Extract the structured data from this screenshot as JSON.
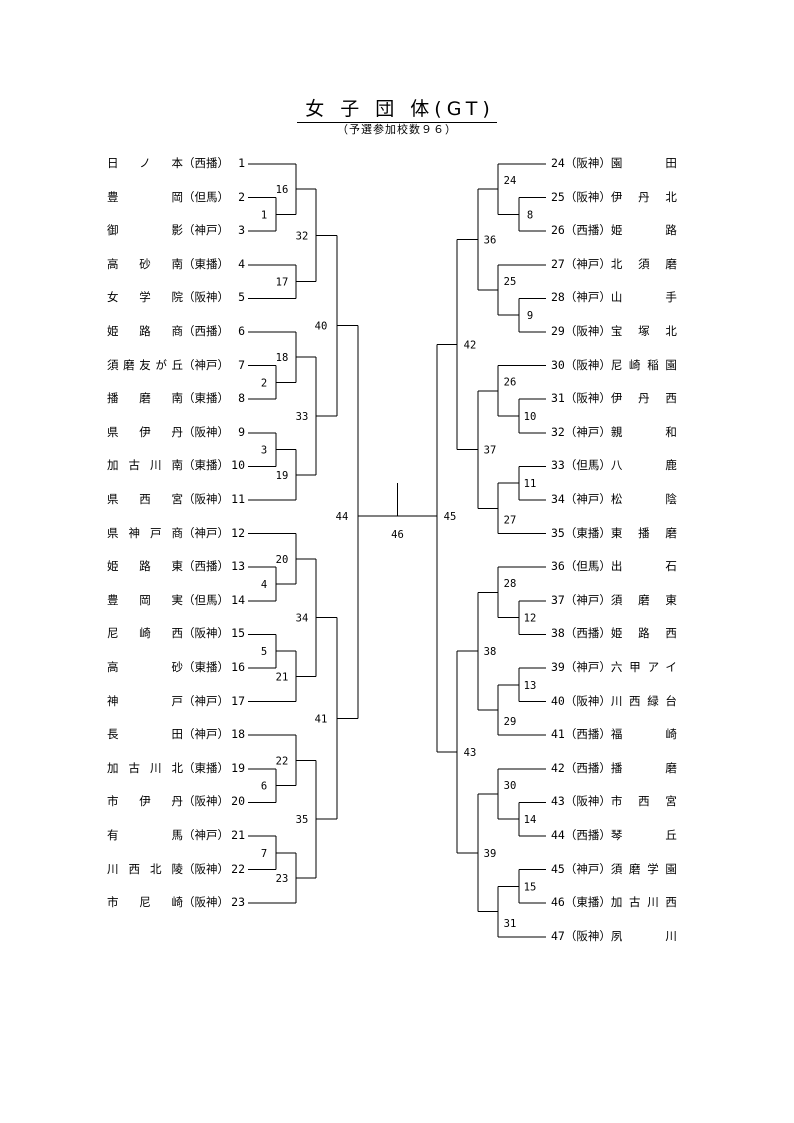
{
  "title": "女 子 団 体(GT)",
  "subtitle": "（予選参加校数９６）",
  "left_entries": [
    {
      "no": "1",
      "name": "日　ノ　本",
      "region": "（西播）"
    },
    {
      "no": "2",
      "name": "豊　　　岡",
      "region": "（但馬）"
    },
    {
      "no": "3",
      "name": "御　　　影",
      "region": "（神戸）"
    },
    {
      "no": "4",
      "name": "高　砂　南",
      "region": "（東播）"
    },
    {
      "no": "5",
      "name": "女　学　院",
      "region": "（阪神）"
    },
    {
      "no": "6",
      "name": "姫　路　商",
      "region": "（西播）"
    },
    {
      "no": "7",
      "name": "須磨友が丘",
      "region": "（神戸）"
    },
    {
      "no": "8",
      "name": "播　磨　南",
      "region": "（東播）"
    },
    {
      "no": "9",
      "name": "県　伊　丹",
      "region": "（阪神）"
    },
    {
      "no": "10",
      "name": "加古川南",
      "region": "（東播）"
    },
    {
      "no": "11",
      "name": "県　西　宮",
      "region": "（阪神）"
    },
    {
      "no": "12",
      "name": "県神戸商",
      "region": "（神戸）"
    },
    {
      "no": "13",
      "name": "姫　路　東",
      "region": "（西播）"
    },
    {
      "no": "14",
      "name": "豊　岡　実",
      "region": "（但馬）"
    },
    {
      "no": "15",
      "name": "尼　崎　西",
      "region": "（阪神）"
    },
    {
      "no": "16",
      "name": "高　　　砂",
      "region": "（東播）"
    },
    {
      "no": "17",
      "name": "神　　　戸",
      "region": "（神戸）"
    },
    {
      "no": "18",
      "name": "長　　　田",
      "region": "（神戸）"
    },
    {
      "no": "19",
      "name": "加古川北",
      "region": "（東播）"
    },
    {
      "no": "20",
      "name": "市　伊　丹",
      "region": "（阪神）"
    },
    {
      "no": "21",
      "name": "有　　　馬",
      "region": "（神戸）"
    },
    {
      "no": "22",
      "name": "川西北陵",
      "region": "（阪神）"
    },
    {
      "no": "23",
      "name": "市　尼　崎",
      "region": "（阪神）"
    }
  ],
  "right_entries": [
    {
      "no": "24",
      "region": "（阪神）",
      "name": "園　　　田"
    },
    {
      "no": "25",
      "region": "（阪神）",
      "name": "伊　丹　北"
    },
    {
      "no": "26",
      "region": "（西播）",
      "name": "姫　　　路"
    },
    {
      "no": "27",
      "region": "（神戸）",
      "name": "北　須　磨"
    },
    {
      "no": "28",
      "region": "（神戸）",
      "name": "山　　　手"
    },
    {
      "no": "29",
      "region": "（阪神）",
      "name": "宝　塚　北"
    },
    {
      "no": "30",
      "region": "（阪神）",
      "name": "尼崎稲園"
    },
    {
      "no": "31",
      "region": "（阪神）",
      "name": "伊　丹　西"
    },
    {
      "no": "32",
      "region": "（神戸）",
      "name": "親　　　和"
    },
    {
      "no": "33",
      "region": "（但馬）",
      "name": "八　　　鹿"
    },
    {
      "no": "34",
      "region": "（神戸）",
      "name": "松　　　陰"
    },
    {
      "no": "35",
      "region": "（東播）",
      "name": "東　播　磨"
    },
    {
      "no": "36",
      "region": "（但馬）",
      "name": "出　　　石"
    },
    {
      "no": "37",
      "region": "（神戸）",
      "name": "須　磨　東"
    },
    {
      "no": "38",
      "region": "（西播）",
      "name": "姫　路　西"
    },
    {
      "no": "39",
      "region": "（神戸）",
      "name": "六甲アイ"
    },
    {
      "no": "40",
      "region": "（阪神）",
      "name": "川西緑台"
    },
    {
      "no": "41",
      "region": "（西播）",
      "name": "福　　　崎"
    },
    {
      "no": "42",
      "region": "（西播）",
      "name": "播　　　磨"
    },
    {
      "no": "43",
      "region": "（阪神）",
      "name": "市　西　宮"
    },
    {
      "no": "44",
      "region": "（西播）",
      "name": "琴　　　丘"
    },
    {
      "no": "45",
      "region": "（神戸）",
      "name": "須磨学園"
    },
    {
      "no": "46",
      "region": "（東播）",
      "name": "加古川西"
    },
    {
      "no": "47",
      "region": "（阪神）",
      "name": "夙　　　川"
    }
  ],
  "left_matches": [
    {
      "id": "1",
      "a": "2",
      "b": "3"
    },
    {
      "id": "2",
      "a": "7",
      "b": "8"
    },
    {
      "id": "3",
      "a": "9",
      "b": "10"
    },
    {
      "id": "4",
      "a": "13",
      "b": "14"
    },
    {
      "id": "5",
      "a": "15",
      "b": "16"
    },
    {
      "id": "6",
      "a": "19",
      "b": "20"
    },
    {
      "id": "7",
      "a": "21",
      "b": "22"
    },
    {
      "id": "16",
      "a": "1",
      "b": "1"
    },
    {
      "id": "17",
      "a": "4",
      "b": "5"
    },
    {
      "id": "18",
      "a": "6",
      "b": "2"
    },
    {
      "id": "19",
      "a": "3",
      "b": "11"
    },
    {
      "id": "20",
      "a": "12",
      "b": "4"
    },
    {
      "id": "21",
      "a": "5",
      "b": "17"
    },
    {
      "id": "22",
      "a": "18",
      "b": "6"
    },
    {
      "id": "23",
      "a": "7",
      "b": "23"
    },
    {
      "id": "32",
      "a": "16",
      "b": "17"
    },
    {
      "id": "33",
      "a": "18",
      "b": "19"
    },
    {
      "id": "34",
      "a": "20",
      "b": "21"
    },
    {
      "id": "35",
      "a": "22",
      "b": "23"
    },
    {
      "id": "40",
      "a": "32",
      "b": "33"
    },
    {
      "id": "41",
      "a": "34",
      "b": "35"
    },
    {
      "id": "44",
      "a": "40",
      "b": "41"
    }
  ],
  "right_matches": [
    {
      "id": "8",
      "a": "25",
      "b": "26"
    },
    {
      "id": "9",
      "a": "28",
      "b": "29"
    },
    {
      "id": "10",
      "a": "31",
      "b": "32"
    },
    {
      "id": "11",
      "a": "33",
      "b": "34"
    },
    {
      "id": "12",
      "a": "37",
      "b": "38"
    },
    {
      "id": "13",
      "a": "39",
      "b": "40"
    },
    {
      "id": "14",
      "a": "43",
      "b": "44"
    },
    {
      "id": "15",
      "a": "45",
      "b": "46"
    },
    {
      "id": "24",
      "a": "24",
      "b": "8"
    },
    {
      "id": "25",
      "a": "27",
      "b": "9"
    },
    {
      "id": "26",
      "a": "30",
      "b": "10"
    },
    {
      "id": "27",
      "a": "11",
      "b": "35"
    },
    {
      "id": "28",
      "a": "36",
      "b": "12"
    },
    {
      "id": "29",
      "a": "13",
      "b": "41"
    },
    {
      "id": "30",
      "a": "42",
      "b": "14"
    },
    {
      "id": "31",
      "a": "15",
      "b": "47"
    },
    {
      "id": "36",
      "a": "24",
      "b": "25"
    },
    {
      "id": "37",
      "a": "26",
      "b": "27"
    },
    {
      "id": "38",
      "a": "28",
      "b": "29"
    },
    {
      "id": "39",
      "a": "30",
      "b": "31"
    },
    {
      "id": "42",
      "a": "36",
      "b": "37"
    },
    {
      "id": "43",
      "a": "38",
      "b": "39"
    },
    {
      "id": "45",
      "a": "42",
      "b": "43"
    }
  ],
  "final": {
    "id": "46",
    "a": "44",
    "b": "45"
  }
}
